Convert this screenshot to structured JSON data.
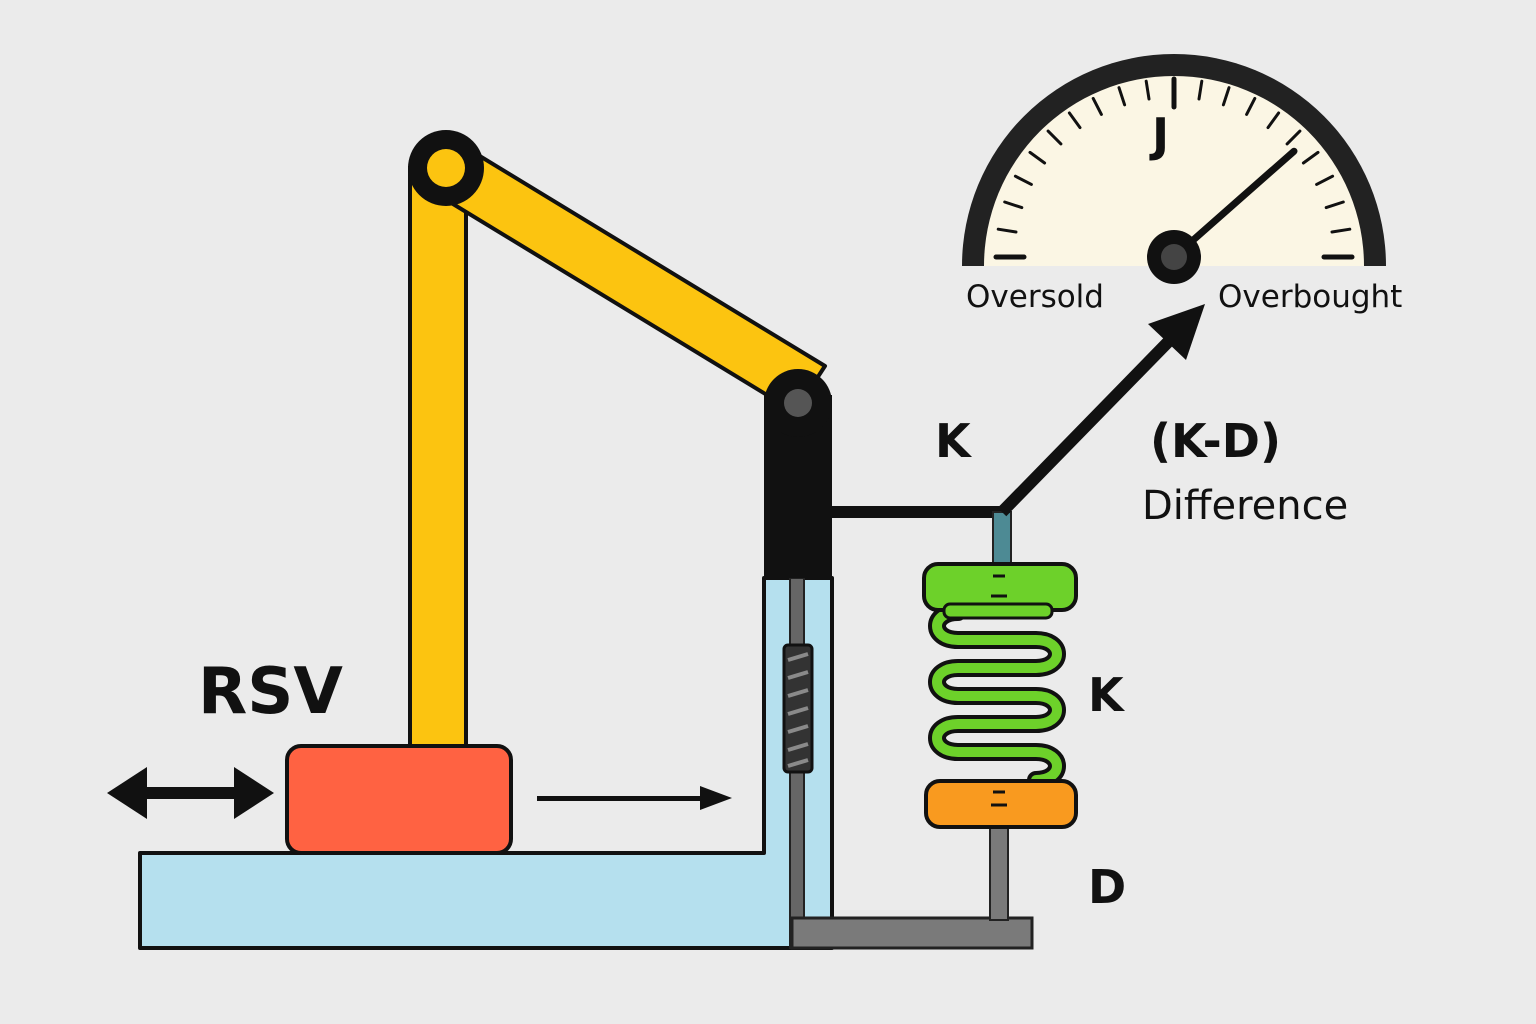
{
  "labels": {
    "rsv": "RSV",
    "k_top": "K",
    "k_side": "K",
    "d": "D",
    "k_minus_d": "(K-D)",
    "difference": "Difference"
  },
  "gauge": {
    "symbol": "J",
    "left_label": "Oversold",
    "right_label": "Overbought",
    "needle_level": 0.77
  },
  "colors": {
    "background": "#ebebeb",
    "arm": "#fcc410",
    "block": "#ff6242",
    "base": "#b5e0ee",
    "spring": "#6dd12a",
    "damper": "#f99a1f",
    "gauge_face": "#fbf6e4",
    "ink": "#111111",
    "rail": "#777777"
  }
}
